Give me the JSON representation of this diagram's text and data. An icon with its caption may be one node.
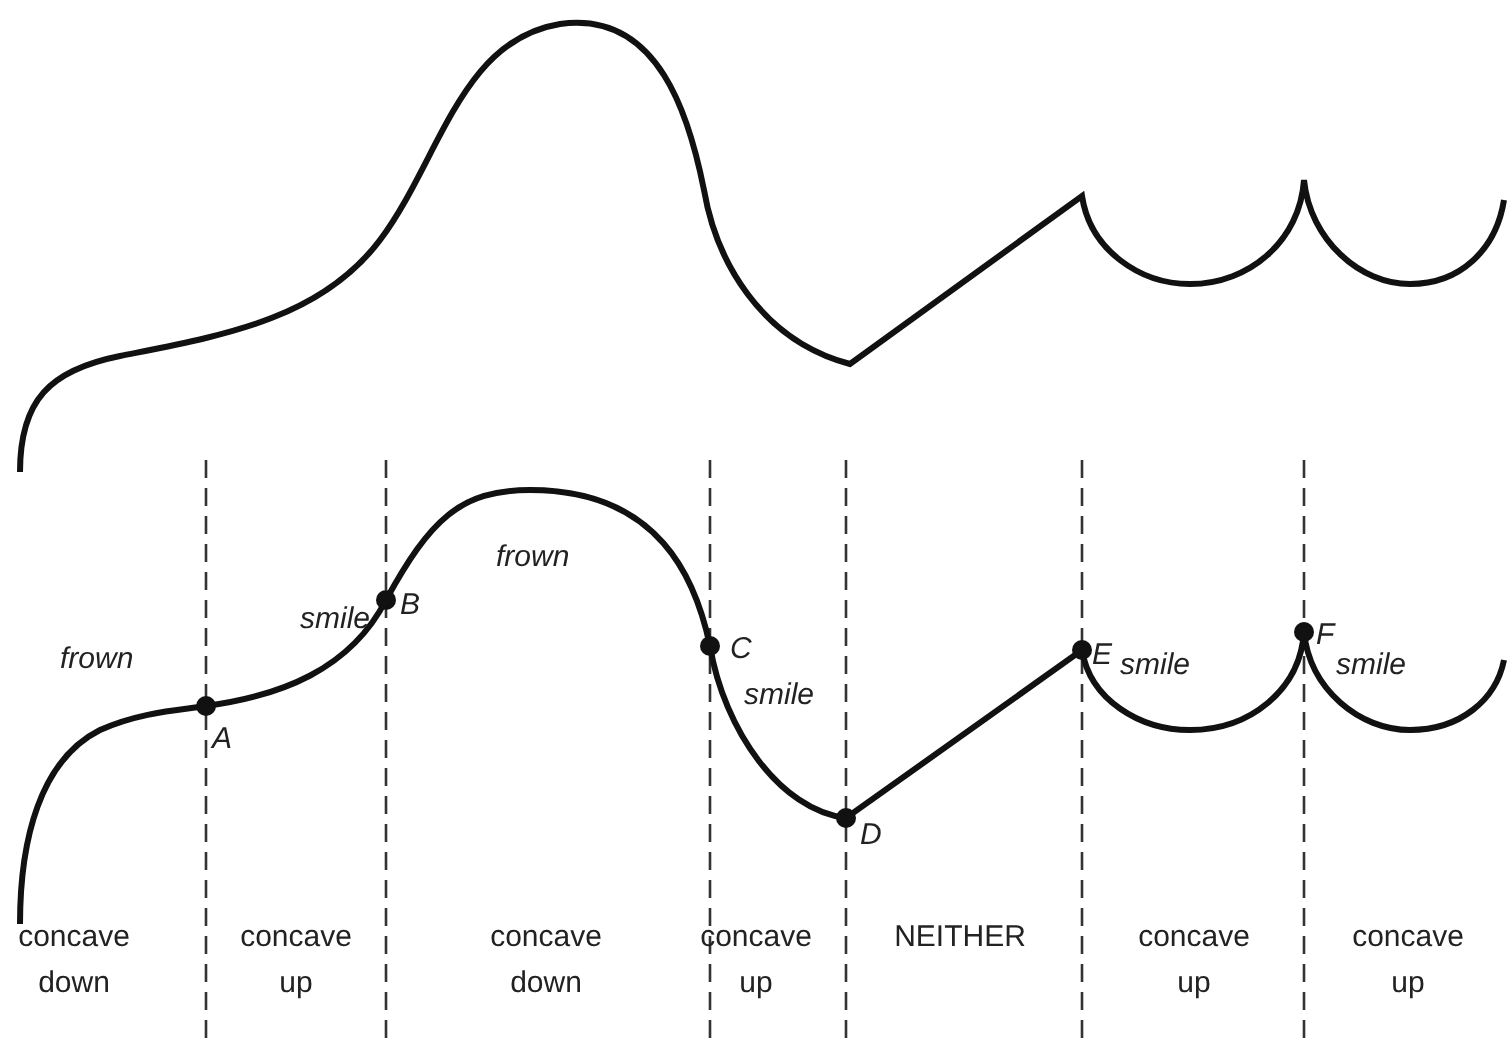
{
  "diagram": {
    "labels": [
      "frown",
      "smile",
      "B",
      "frown",
      "C",
      "smile",
      "E",
      "smile",
      "F",
      "smile",
      "A",
      "D",
      "concave down",
      "concave up",
      "concave down",
      "concave up",
      "NEITHER",
      "concave up",
      "concave up"
    ]
  }
}
